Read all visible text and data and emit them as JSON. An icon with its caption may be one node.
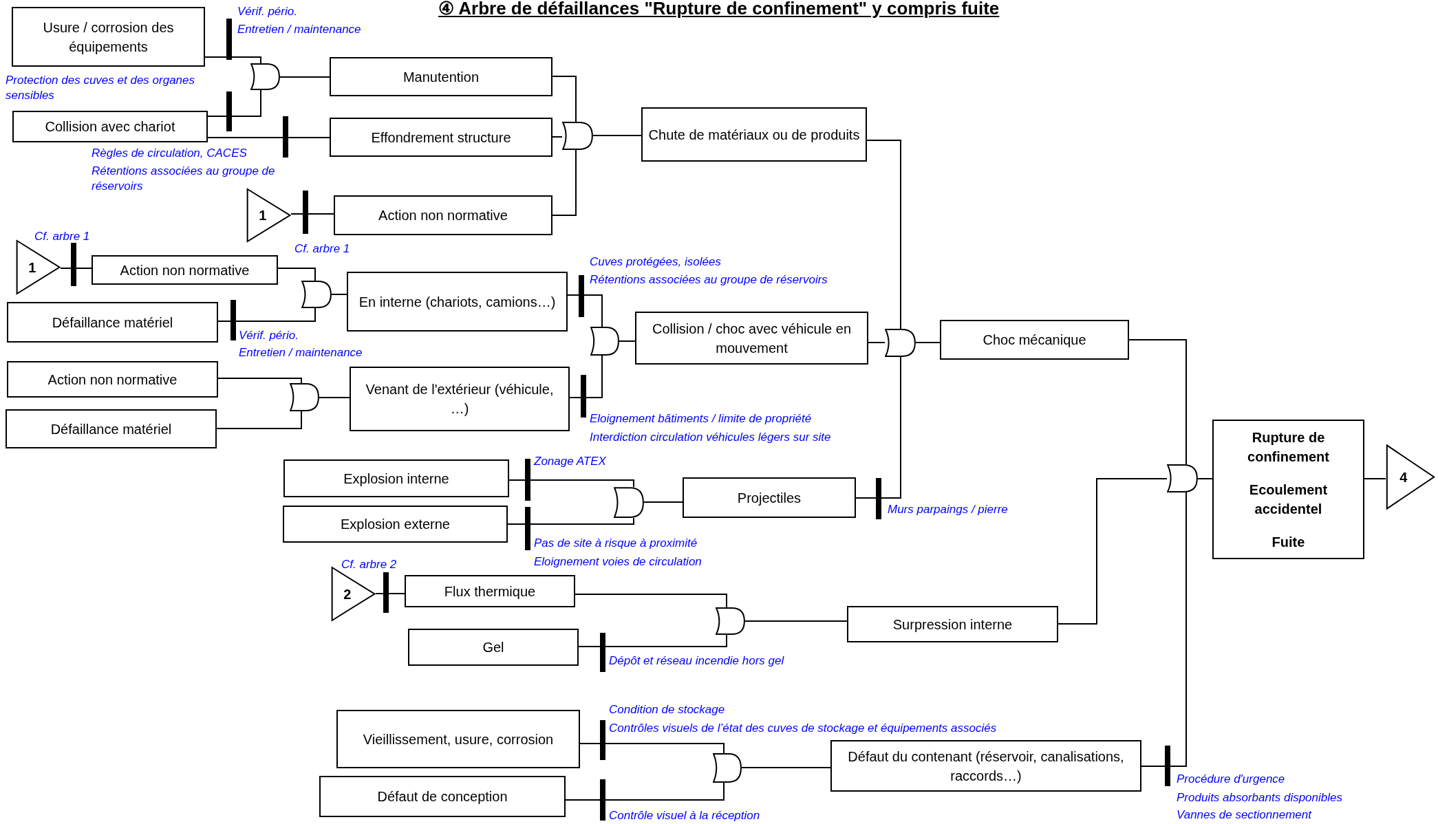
{
  "diagram": {
    "title": "④ Arbre de défaillances \"Rupture de confinement\" y compris fuite",
    "nodes": [
      {
        "text": [
          "Usure / corrosion des équipements"
        ]
      },
      {
        "text": [
          "Collision avec chariot"
        ]
      },
      {
        "text": [],
        "shape": "gate"
      },
      {
        "text": [
          "Manutention"
        ]
      },
      {
        "text": [
          "Effondrement structure"
        ]
      },
      {
        "text": [
          "1"
        ]
      },
      {
        "text": [
          "Action non normative"
        ]
      },
      {
        "text": [],
        "shape": "gate"
      },
      {
        "text": [
          "Chute de matériaux ou de produits"
        ]
      },
      {
        "text": [
          "1"
        ]
      },
      {
        "text": [
          "Action non normative"
        ]
      },
      {
        "text": [
          "Défaillance matériel"
        ]
      },
      {
        "text": [],
        "shape": "gate"
      },
      {
        "text": [
          "En interne (chariots, camions…)"
        ]
      },
      {
        "text": [],
        "shape": "gate"
      },
      {
        "text": [
          "Collision / choc avec véhicule en mouvement"
        ]
      },
      {
        "text": [
          "Action non normative"
        ]
      },
      {
        "text": [
          "Défaillance matériel"
        ]
      },
      {
        "text": [],
        "shape": "gate"
      },
      {
        "text": [
          "Venant de l'extérieur (véhicule, …)"
        ]
      },
      {
        "text": [
          "Explosion interne"
        ]
      },
      {
        "text": [
          "Explosion externe"
        ]
      },
      {
        "text": [],
        "shape": "gate"
      },
      {
        "text": [
          "Projectiles"
        ]
      },
      {
        "text": [],
        "shape": "gate"
      },
      {
        "text": [
          "Choc mécanique"
        ]
      },
      {
        "text": [
          "2"
        ]
      },
      {
        "text": [
          "Flux thermique"
        ]
      },
      {
        "text": [
          "Gel"
        ]
      },
      {
        "text": [],
        "shape": "gate"
      },
      {
        "text": [
          "Surpression interne"
        ]
      },
      {
        "text": [],
        "shape": "gate"
      },
      {
        "text": [
          "Rupture de confinement",
          "Ecoulement accidentel",
          "Fuite"
        ]
      },
      {
        "text": [
          "4"
        ]
      },
      {
        "text": [
          "Vieillissement, usure, corrosion"
        ]
      },
      {
        "text": [
          "Défaut de conception"
        ]
      },
      {
        "text": [],
        "shape": "gate"
      },
      {
        "text": [
          "Défaut du contenant (réservoir, canalisations, raccords…)"
        ]
      }
    ],
    "edges": [
      {
        "from": 0,
        "to": 2,
        "arrow": "none"
      },
      {
        "from": 1,
        "to": 2,
        "arrow": "none"
      },
      {
        "from": 2,
        "to": 3,
        "arrow": "none"
      },
      {
        "from": 1,
        "to": 4,
        "arrow": "none"
      },
      {
        "from": 5,
        "to": 6,
        "arrow": "none"
      },
      {
        "from": 3,
        "to": 7,
        "arrow": "none"
      },
      {
        "from": 4,
        "to": 7,
        "arrow": "none"
      },
      {
        "from": 6,
        "to": 7,
        "arrow": "none"
      },
      {
        "from": 7,
        "to": 8,
        "arrow": "none"
      },
      {
        "from": 9,
        "to": 10,
        "arrow": "none"
      },
      {
        "from": 10,
        "to": 12,
        "arrow": "none"
      },
      {
        "from": 11,
        "to": 12,
        "arrow": "none"
      },
      {
        "from": 12,
        "to": 13,
        "arrow": "none"
      },
      {
        "from": 13,
        "to": 14,
        "arrow": "none"
      },
      {
        "from": 19,
        "to": 14,
        "arrow": "none"
      },
      {
        "from": 14,
        "to": 15,
        "arrow": "none"
      },
      {
        "from": 16,
        "to": 18,
        "arrow": "none"
      },
      {
        "from": 17,
        "to": 18,
        "arrow": "none"
      },
      {
        "from": 18,
        "to": 19,
        "arrow": "none"
      },
      {
        "from": 20,
        "to": 22,
        "arrow": "none"
      },
      {
        "from": 21,
        "to": 22,
        "arrow": "none"
      },
      {
        "from": 22,
        "to": 23,
        "arrow": "none"
      },
      {
        "from": 8,
        "to": 24,
        "arrow": "none"
      },
      {
        "from": 15,
        "to": 24,
        "arrow": "none"
      },
      {
        "from": 23,
        "to": 24,
        "arrow": "none"
      },
      {
        "from": 24,
        "to": 25,
        "arrow": "none"
      },
      {
        "from": 26,
        "to": 27,
        "arrow": "none"
      },
      {
        "from": 27,
        "to": 29,
        "arrow": "none"
      },
      {
        "from": 28,
        "to": 29,
        "arrow": "none"
      },
      {
        "from": 29,
        "to": 30,
        "arrow": "none"
      },
      {
        "from": 25,
        "to": 31,
        "arrow": "none"
      },
      {
        "from": 30,
        "to": 31,
        "arrow": "none"
      },
      {
        "from": 37,
        "to": 31,
        "arrow": "none"
      },
      {
        "from": 31,
        "to": 32,
        "arrow": "none"
      },
      {
        "from": 32,
        "to": 33,
        "arrow": "none"
      },
      {
        "from": 34,
        "to": 36,
        "arrow": "none"
      },
      {
        "from": 35,
        "to": 36,
        "arrow": "none"
      },
      {
        "from": 36,
        "to": 37,
        "arrow": "none"
      }
    ],
    "labels": [
      "Vérif. pério.",
      "Entretien / maintenance",
      "Protection des cuves et des organes sensibles",
      "Règles de circulation, CACES",
      "Rétentions associées au groupe de réservoirs",
      "Cf. arbre 1",
      "Cf. arbre 1",
      "Cuves protégées, isolées",
      "Rétentions associées au groupe de réservoirs",
      "Vérif. pério.",
      "Entretien / maintenance",
      "Eloignement bâtiments / limite de propriété",
      "Interdiction circulation véhicules légers sur site",
      "Zonage ATEX",
      "Murs parpaings / pierre",
      "Pas de site à risque à proximité",
      "Eloignement voies de circulation",
      "Cf. arbre 2",
      "Dépôt et réseau incendie hors gel",
      "Condition de stockage",
      "Contrôles visuels de l’état des cuves de stockage et équipements associés",
      "Contrôle visuel à la réception",
      "Procédure d'urgence",
      "Produits absorbants disponibles",
      "Vannes de sectionnement"
    ]
  }
}
